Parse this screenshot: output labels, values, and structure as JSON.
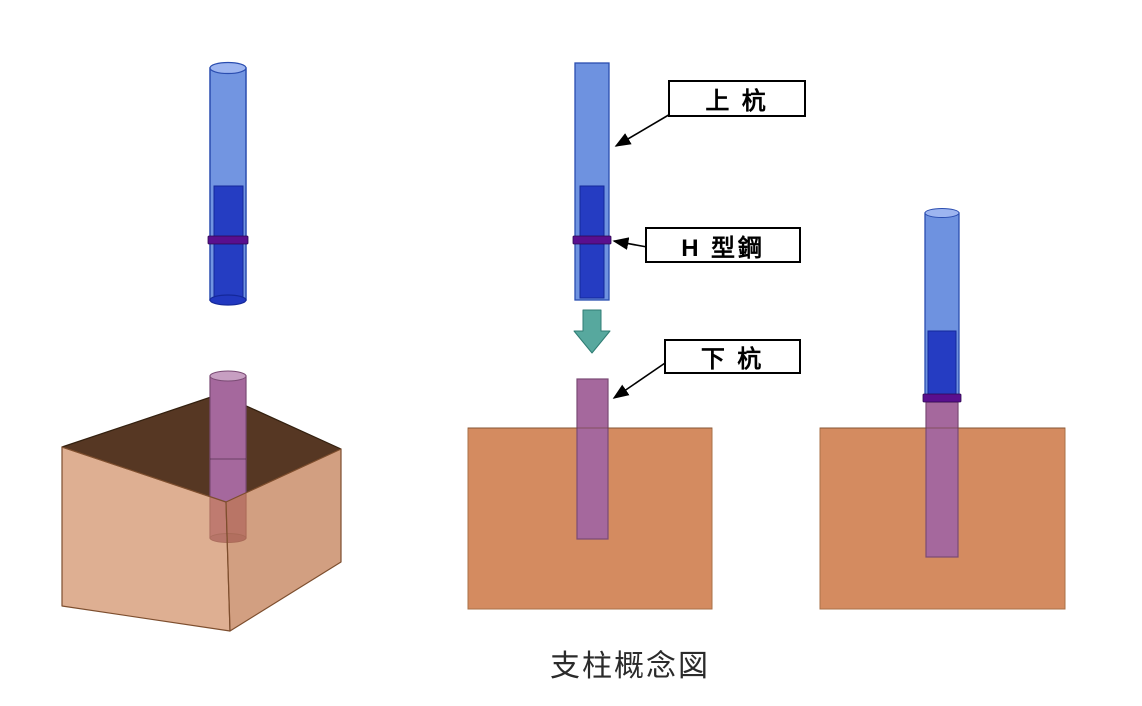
{
  "caption": "支柱概念図",
  "labels": {
    "upper_pile": "上 杭",
    "h_steel": "H 型鋼",
    "lower_pile": "下 杭"
  },
  "icons": {
    "insert_direction": "down-arrow"
  },
  "colors": {
    "tube_light": "#5e86dd",
    "tube_light_top": "#9db5f0",
    "tube_dark": "#2138c0",
    "collar": "#5a0f8e",
    "pile": "#a5689d",
    "pile_top": "#c79fc2",
    "pile_dark": "#8e5587",
    "ground": "#d48b60",
    "ground_top_dark": "#4f2f1a",
    "down_arrow": "#57a89e"
  }
}
